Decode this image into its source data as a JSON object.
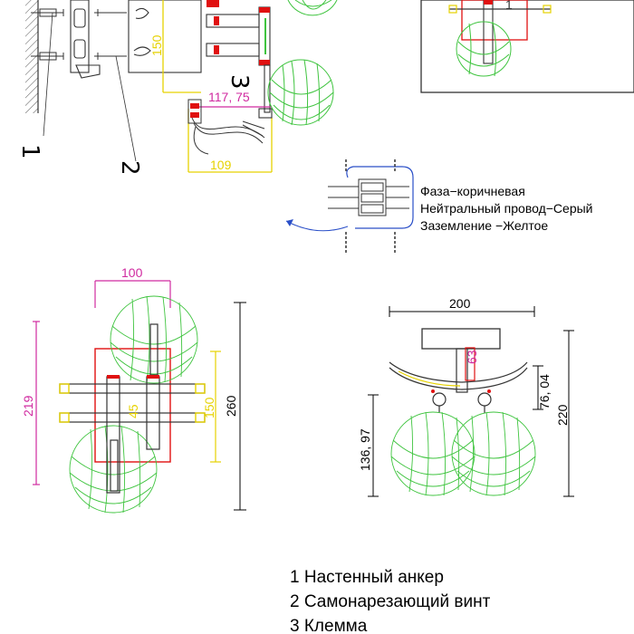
{
  "colors": {
    "globe": "#3fc43f",
    "metal": "#333333",
    "dim_yellow": "#e6d200",
    "dim_magenta": "#d02aa0",
    "dim_black": "#000000",
    "red": "#e01010",
    "wire_blue": "#2a4fc8"
  },
  "top_view": {
    "dim_height": "150",
    "dim_offset": "117, 75",
    "dim_width": "109",
    "callout_1": "1",
    "callout_2": "2",
    "callout_3": "3"
  },
  "inset": {
    "label": "1"
  },
  "wiring": {
    "phase": "Фаза−коричневая",
    "neutral": "Нейтральный провод−Серый",
    "ground": "Заземление −Желтое"
  },
  "front_view": {
    "dim_width": "100",
    "dim_total_height": "260",
    "dim_globe_span": "219",
    "dim_frame": "150",
    "dim_angle": "45"
  },
  "side_view": {
    "dim_width": "200",
    "dim_mount": "63",
    "dim_arm": "76, 04",
    "dim_height": "220",
    "dim_globe": "136, 97"
  },
  "parts": [
    "1 Настенный анкер",
    "2 Самонарезающий винт",
    "3 Клемма"
  ]
}
